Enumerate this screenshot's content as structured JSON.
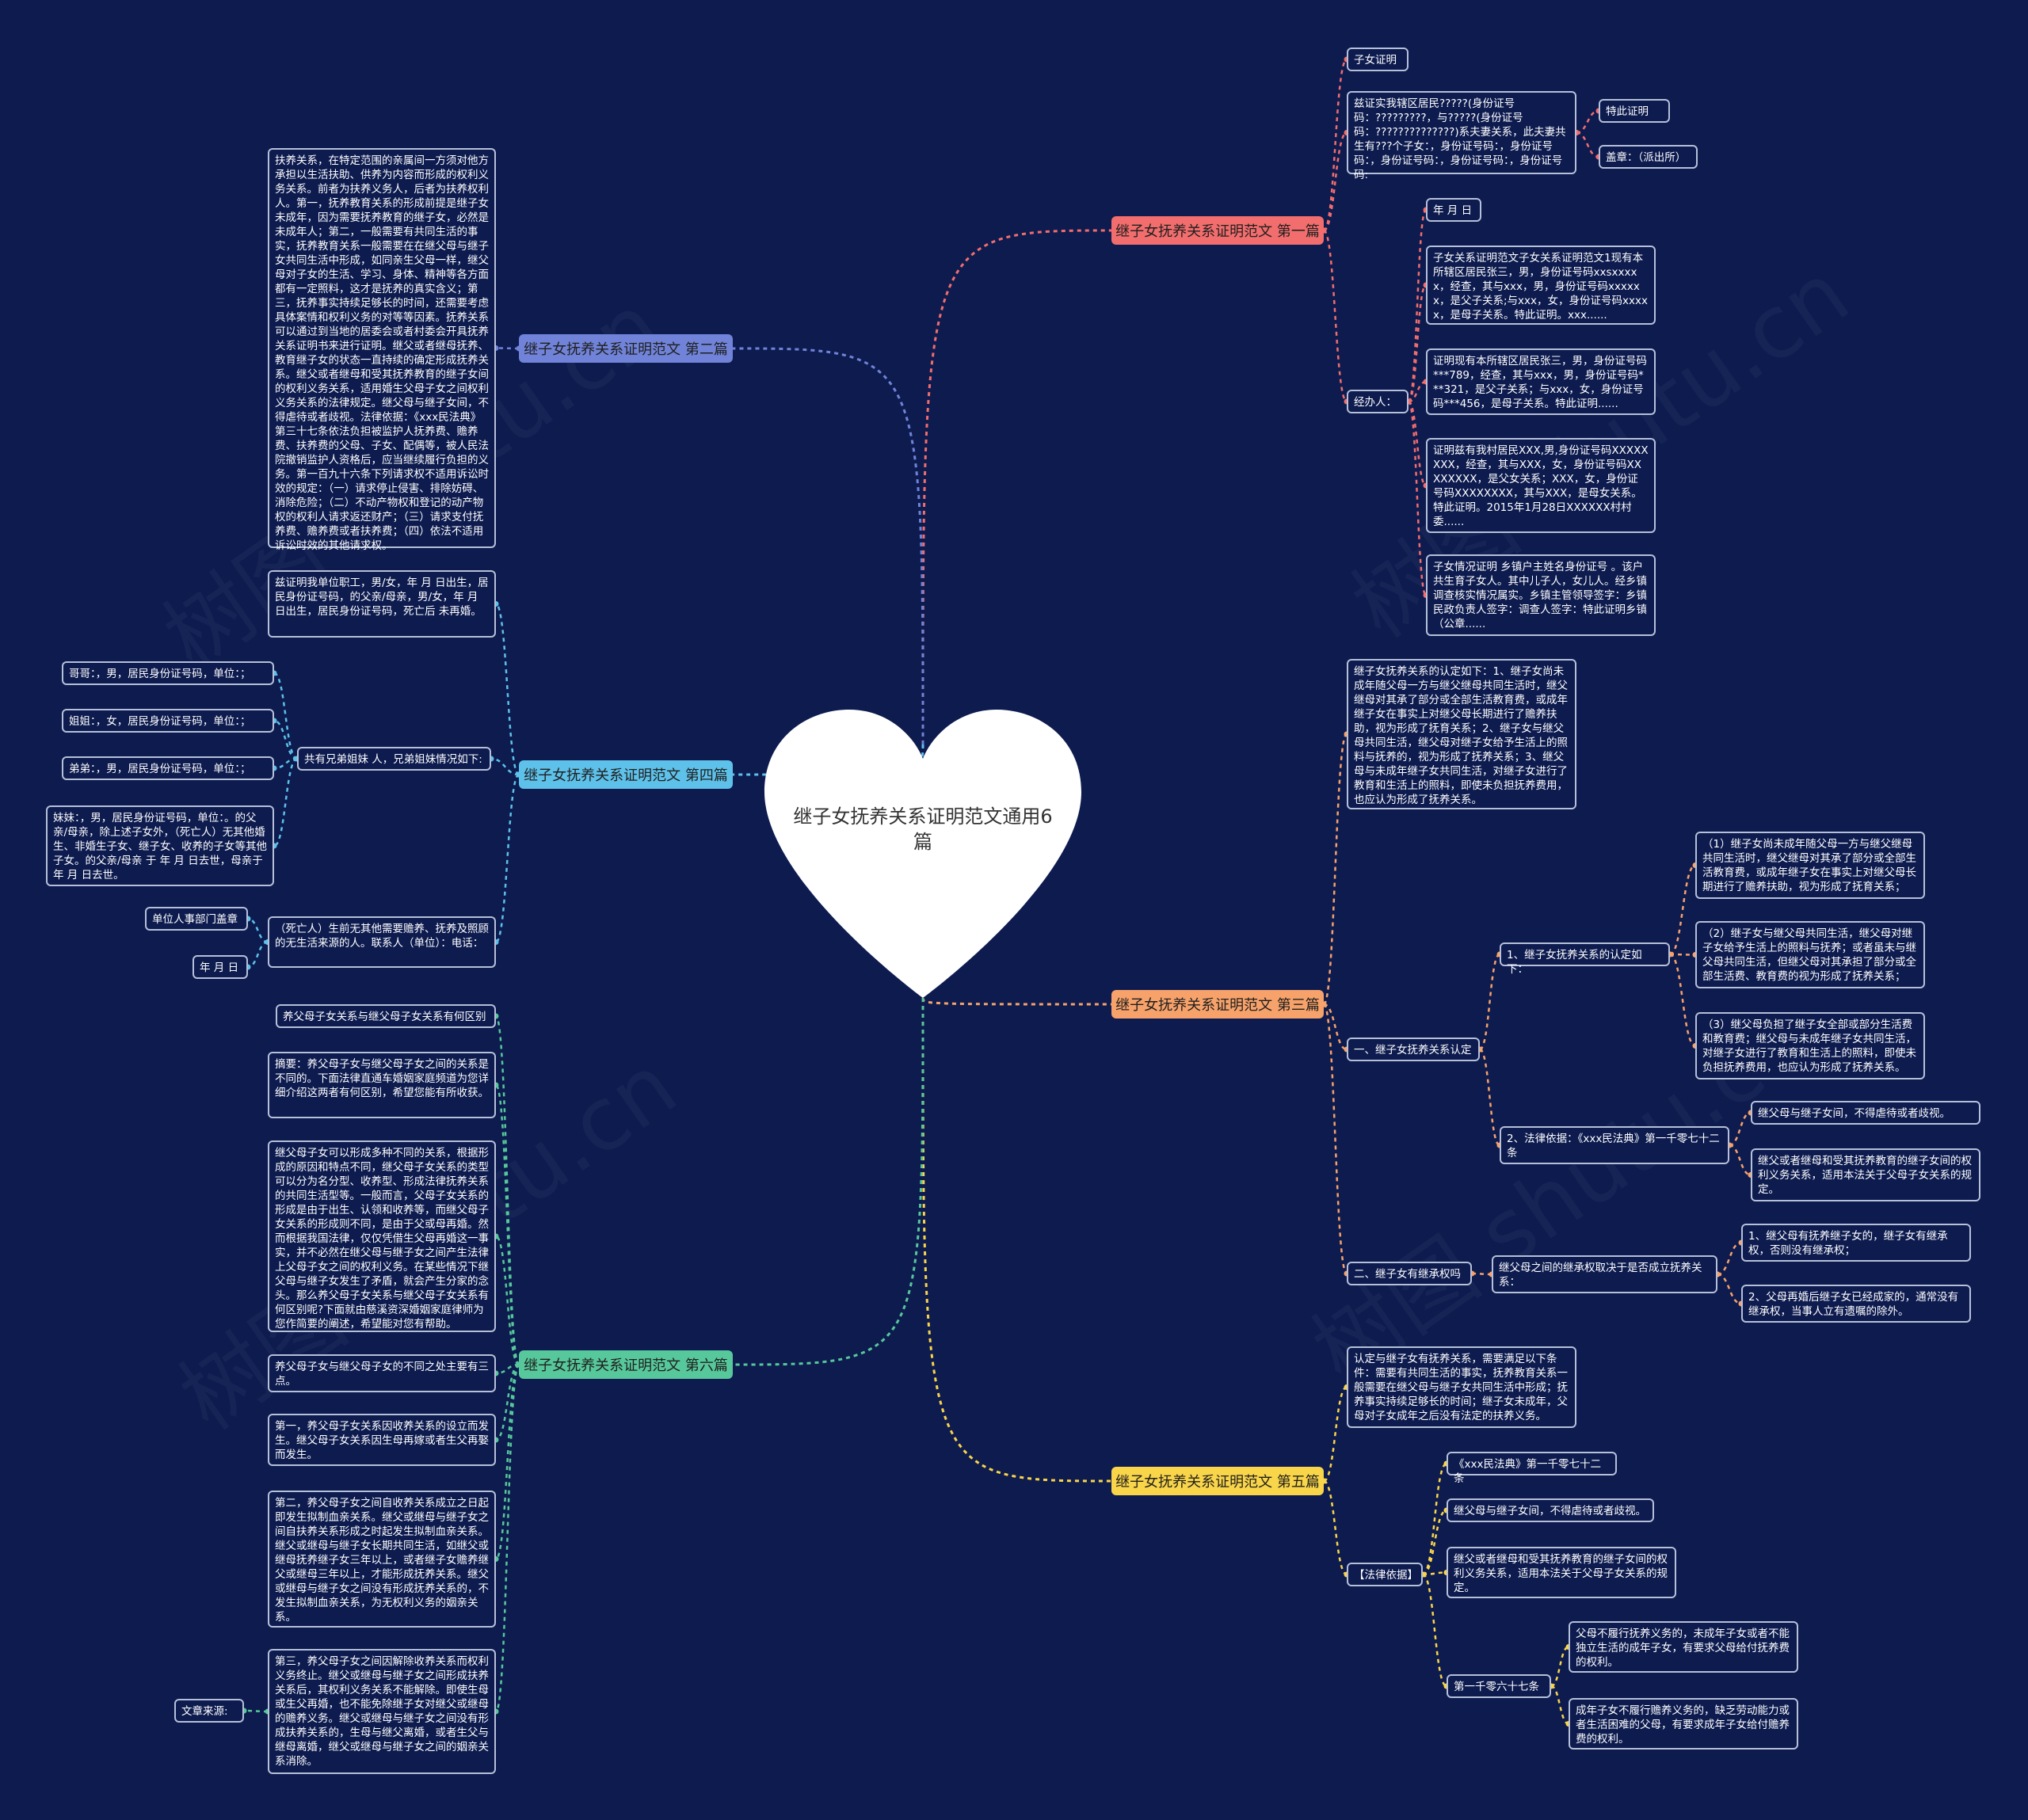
{
  "center": {
    "title": "继子女抚养关系证明范文通用6篇"
  },
  "branches": [
    {
      "label": "继子女抚养关系证明范文 第一篇",
      "color": "#f26d6d"
    },
    {
      "label": "继子女抚养关系证明范文 第二篇",
      "color": "#7083d8"
    },
    {
      "label": "继子女抚养关系证明范文 第三篇",
      "color": "#f7a26a"
    },
    {
      "label": "继子女抚养关系证明范文 第四篇",
      "color": "#5ec1ea"
    },
    {
      "label": "继子女抚养关系证明范文 第五篇",
      "color": "#f9d54a"
    },
    {
      "label": "继子女抚养关系证明范文 第六篇",
      "color": "#57c89b"
    }
  ],
  "p1": {
    "a": "子女证明",
    "b": "兹证实我辖区居民?????(身份证号码：?????????，与?????(身份证号码：??????????????)系夫妻关系，此夫妻共生有???个子女：，身份证号码：，身份证号码：，身份证号码：，身份证号码：，身份证号码:",
    "b1": "特此证明",
    "b2": "盖章：（派出所）",
    "c": "经办人：",
    "c1": "年 月 日",
    "c2": "子女关系证明范文子女关系证明范文1现有本所辖区居民张三，男，身份证号码xxsxxxxx，经查，其与xxx，男，身份证号码xxxxxx，是父子关系;与xxx，女，身份证号码xxxxx，是母子关系。特此证明。xxx......",
    "c3": "证明现有本所辖区居民张三，男，身份证号码***789，经查，其与xxx，男，身份证号码***321，是父子关系；与xxx，女，身份证号码***456，是母子关系。特此证明......",
    "c4": "证明兹有我村居民XXX,男,身份证号码XXXXXXXX，经查，其与XXX，女，身份证号码XXXXXXXX，是父女关系；XXX，女，身份证号码XXXXXXXX，其与XXX，是母女关系。特此证明。2015年1月28日XXXXXX村村委......",
    "c5": "子女情况证明 乡镇户主姓名身份证号 。该户共生育子女人。其中儿子人，女儿人。经乡镇调查核实情况属实。乡镇主管领导签字：乡镇民政负责人签字：调查人签字：特此证明乡镇（公章......"
  },
  "p2": {
    "text": "扶养关系，在特定范围的亲属间一方须对他方承担以生活扶助、供养为内容而形成的权利义务关系。前者为扶养义务人，后者为扶养权利人。第一，抚养教育关系的形成前提是继子女未成年，因为需要抚养教育的继子女，必然是未成年人；第二，一般需要有共同生活的事实，抚养教育关系一般需要在在继父母与继子女共同生活中形成，如同亲生父母一样，继父母对子女的生活、学习、身体、精神等各方面都有一定照料，这才是抚养的真实含义；第三，抚养事实持续足够长的时间，还需要考虑具体案情和权利义务的对等等因素。抚养关系可以通过到当地的居委会或者村委会开具抚养关系证明书来进行证明。继父或者继母抚养、教育继子女的状态一直持续的确定形成抚养关系。继父或者继母和受其抚养教育的继子女间的权利义务关系，适用婚生父母子女之间权利义务关系的法律规定。继父母与继子女间，不得虐待或者歧视。法律依据：《xxx民法典》第三十七条依法负担被监护人抚养费、赡养费、扶养费的父母、子女、配偶等，被人民法院撤销监护人资格后，应当继续履行负担的义务。第一百九十六条下列请求权不适用诉讼时效的规定：（一）请求停止侵害、排除妨碍、消除危险；（二）不动产物权和登记的动产物权的权利人请求返还财产；（三）请求支付抚养费、赡养费或者扶养费；（四）依法不适用诉讼时效的其他请求权。"
  },
  "p3": {
    "a": "继子女抚养关系的认定如下：1、继子女尚未成年随父母一方与继父继母共同生活时，继父继母对其承了部分或全部生活教育费，或成年继子女在事实上对继父母长期进行了赡养扶助，视为形成了抚育关系；2、继子女与继父母共同生活，继父母对继子女给予生活上的照料与抚养的，视为形成了抚养关系；3、继父母与未成年继子女共同生活，对继子女进行了教育和生活上的照料，即使未负担抚养费用，也应认为形成了抚养关系。",
    "b": "一、继子女抚养关系认定",
    "b1": "1、继子女抚养关系的认定如下：",
    "b1a": "（1）继子女尚未成年随父母一方与继父继母共同生活时，继父继母对其承了部分或全部生活教育费，或成年继子女在事实上对继父母长期进行了赡养扶助，视为形成了抚育关系；",
    "b1b": "（2）继子女与继父母共同生活，继父母对继子女给予生活上的照料与抚养；或者虽未与继父母共同生活，但继父母对其承担了部分或全部生活费、教育费的视为形成了抚养关系；",
    "b1c": "（3）继父母负担了继子女全部或部分生活费和教育费；继父母与未成年继子女共同生活，对继子女进行了教育和生活上的照料，即使未负担抚养费用，也应认为形成了抚养关系。",
    "b2": "2、法律依据：《xxx民法典》第一千零七十二条",
    "b2a": "继父母与继子女间，不得虐待或者歧视。",
    "b2b": "继父或者继母和受其抚养教育的继子女间的权利义务关系，适用本法关于父母子女关系的规定。",
    "c": "二、继子女有继承权吗",
    "c1": "继父母之间的继承权取决于是否成立抚养关系：",
    "c1a": "1、继父母有抚养继子女的，继子女有继承权，否则没有继承权；",
    "c1b": "2、父母再婚后继子女已经成家的，通常没有继承权，当事人立有遗嘱的除外。"
  },
  "p4": {
    "a": "兹证明我单位职工，男/女，年 月 日出生，居民身份证号码，的父亲/母亲，男/女，年 月 日出生，居民身份证号码，死亡后 未再婚。",
    "b": "共有兄弟姐妹 人，兄弟姐妹情况如下:",
    "b1": "哥哥：，男，居民身份证号码，单位：；",
    "b2": "姐姐：，女，居民身份证号码，单位：；",
    "b3": "弟弟：，男，居民身份证号码，单位：；",
    "b4": "妹妹：，男，居民身份证号码，单位：。的父亲/母亲，除上述子女外，（死亡人）无其他婚生、非婚生子女、继子女、收养的子女等其他子女。的父亲/母亲 于 年 月 日去世，母亲于 年 月 日去世。",
    "c": "（死亡人）生前无其他需要赡养、抚养及照顾的无生活来源的人。联系人（单位）：电话：",
    "c1": "单位人事部门盖章",
    "c2": "年 月 日"
  },
  "p5": {
    "a": "认定与继子女有抚养关系，需要满足以下条件：需要有共同生活的事实，抚养教育关系一般需要在继父母与继子女共同生活中形成；抚养事实持续足够长的时间；继子女未成年，父母对子女成年之后没有法定的扶养义务。",
    "b": "【法律依据】",
    "b1": "《xxx民法典》第一千零七十二条",
    "b2": "继父母与继子女间，不得虐待或者歧视。",
    "b3": "继父或者继母和受其抚养教育的继子女间的权利义务关系，适用本法关于父母子女关系的规定。",
    "b4": "第一千零六十七条",
    "b4a": "父母不履行抚养义务的，未成年子女或者不能独立生活的成年子女，有要求父母给付抚养费的权利。",
    "b4b": "成年子女不履行赡养义务的，缺乏劳动能力或者生活困难的父母，有要求成年子女给付赡养费的权利。"
  },
  "p6": {
    "a": "养父母子女关系与继父母子女关系有何区别",
    "b": "摘要：养父母子女与继父母子女之间的关系是不同的。下面法律直通车婚姻家庭频道为您详细介绍这两者有何区别，希望您能有所收获。",
    "c": "继父母子女可以形成多种不同的关系，根据形成的原因和特点不同，继父母子女关系的类型可以分为名分型、收养型、形成法律抚养关系的共同生活型等。一般而言，父母子女关系的形成是由于出生、认领和收养等，而继父母子女关系的形成则不同，是由于父或母再婚。然而根据我国法律，仅仅凭借生父母再婚这一事实，并不必然在继父母与继子女之间产生法律上父母子女之间的权利义务。在某些情况下继父母与继子女发生了矛盾，就会产生分家的念头。那么养父母子女关系与继父母子女关系有何区别呢?下面就由慈溪资深婚姻家庭律师为您作简要的阐述，希望能对您有帮助。",
    "d": "养父母子女与继父母子女的不同之处主要有三点。",
    "e": "第一，养父母子女关系因收养关系的设立而发生。继父母子女关系因生母再嫁或者生父再娶而发生。",
    "f": "第二，养父母子女之间自收养关系成立之日起即发生拟制血亲关系。继父或继母与继子女之间自扶养关系形成之时起发生拟制血亲关系。继父或继母与继子女长期共同生活，如继父或继母抚养继子女三年以上，或者继子女赡养继父或继母三年以上，才能形成抚养关系。继父或继母与继子女之间没有形成抚养关系的，不发生拟制血亲关系，为无权利义务的姻亲关系。",
    "g": "第三，养父母子女之间因解除收养关系而权利义务终止。继父或继母与继子女之间形成扶养关系后，其权利义务关系不能解除。即使生母或生父再婚，也不能免除继子女对继父或继母的赡养义务。继父或继母与继子女之间没有形成扶养关系的，生母与继父离婚，或者生父与继母离婚，继父或继母与继子女之间的姻亲关系消除。",
    "h": "文章来源:"
  },
  "watermark": "树图 shutu.cn"
}
